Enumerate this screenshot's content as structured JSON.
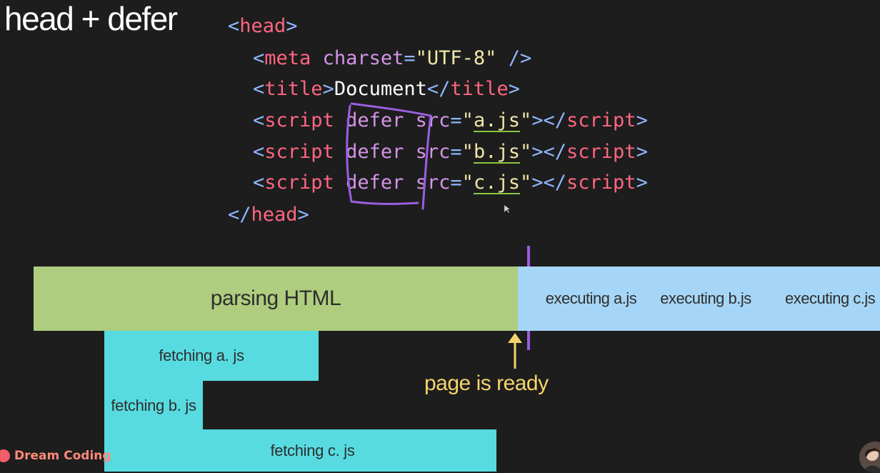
{
  "slide": {
    "title": "head + defer"
  },
  "code": {
    "head_open": "head",
    "meta_tag": "meta",
    "meta_attr": "charset",
    "meta_value": "\"UTF-8\"",
    "title_tag": "title",
    "title_text": "Document",
    "script_tag": "script",
    "defer_attr": "defer",
    "src_attr": "src",
    "scripts": [
      "a.js",
      "b.js",
      "c.js"
    ]
  },
  "timeline": {
    "parsing": "parsing HTML",
    "exec_a": "executing a.js",
    "exec_b": "executing b.js",
    "exec_c": "executing c.js",
    "fetch_a": "fetching a. js",
    "fetch_b": "fetching b. js",
    "fetch_c": "fetching c. js",
    "ready": "page is ready"
  },
  "brand": {
    "name": "Dream Coding"
  },
  "colors": {
    "parsing": "#aecd7e",
    "executing": "#a6d6f7",
    "fetching": "#57dbe0",
    "annotation": "#9a5fe0",
    "ready": "#f5d46b"
  }
}
